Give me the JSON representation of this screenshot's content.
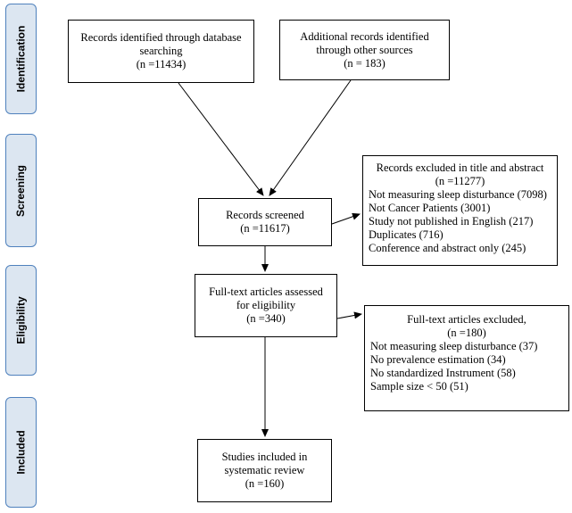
{
  "stages": [
    {
      "id": "identification",
      "label": "Identification"
    },
    {
      "id": "screening",
      "label": "Screening"
    },
    {
      "id": "eligibility",
      "label": "Eligibility"
    },
    {
      "id": "included",
      "label": "Included"
    }
  ],
  "boxes": {
    "database": {
      "lines": [
        "Records identified through database",
        "searching",
        "(n =11434)"
      ]
    },
    "other_sources": {
      "lines": [
        "Additional records identified",
        "through other sources",
        "(n = 183)"
      ]
    },
    "screened": {
      "lines": [
        "Records screened",
        "(n =11617)"
      ]
    },
    "excluded_title": {
      "head": [
        "Records excluded in title and abstract",
        "(n =11277)"
      ],
      "items": [
        "Not measuring sleep disturbance (7098)",
        "Not Cancer Patients (3001)",
        "Study not published in English (217)",
        "Duplicates (716)",
        "Conference and abstract only (245)"
      ]
    },
    "fulltext": {
      "lines": [
        "Full-text articles assessed",
        "for eligibility",
        "(n =340)"
      ]
    },
    "fulltext_excluded": {
      "head": [
        "Full-text articles excluded,",
        "(n =180)"
      ],
      "items": [
        "Not measuring sleep disturbance (37)",
        "No prevalence estimation (34)",
        "No standardized Instrument (58)",
        "Sample size < 50 (51)"
      ]
    },
    "included": {
      "lines": [
        "Studies included in",
        "systematic review",
        "(n =160)"
      ]
    }
  }
}
